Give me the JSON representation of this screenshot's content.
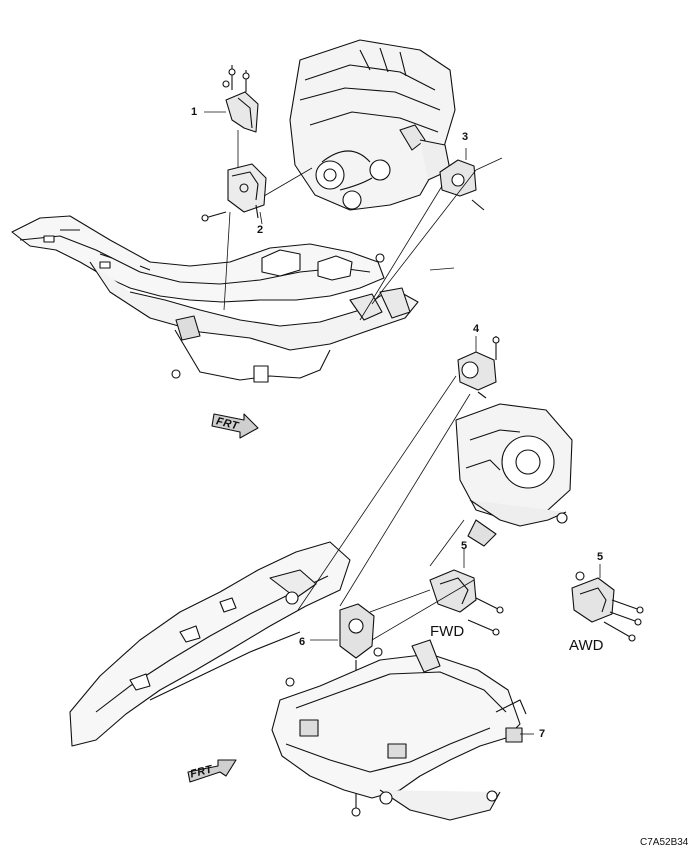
{
  "callouts": {
    "c1": "1",
    "c2": "2",
    "c3": "3",
    "c4": "4",
    "c5_fwd": "5",
    "c5_awd": "5",
    "c6": "6",
    "c7": "7"
  },
  "variants": {
    "fwd": "FWD",
    "awd": "AWD"
  },
  "front_marker": {
    "upper": "FRT",
    "lower": "FRT"
  },
  "figure_code": "C7A52B34",
  "colors": {
    "ink": "#111111",
    "fill": "#ffffff",
    "shade": "#d8d8d8"
  }
}
